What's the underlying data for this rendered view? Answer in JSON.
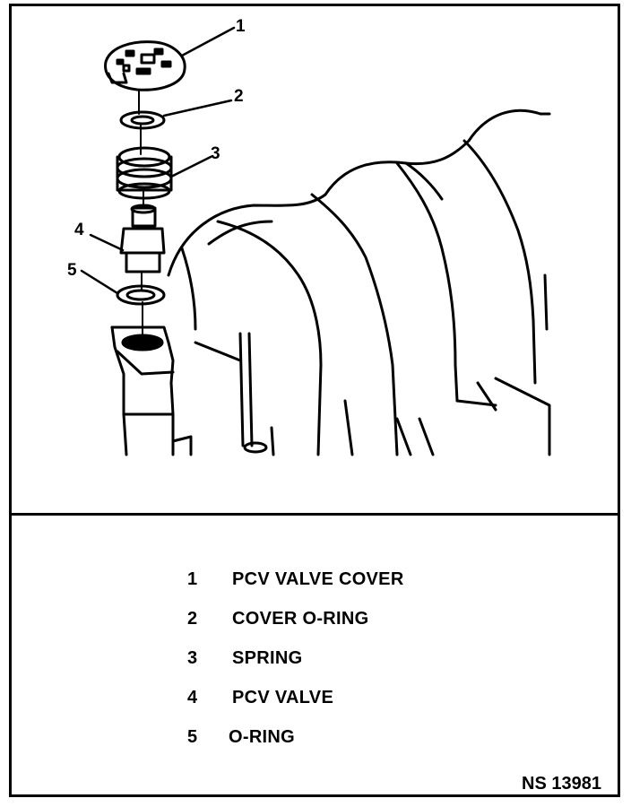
{
  "callouts": [
    "1",
    "2",
    "3",
    "4",
    "5"
  ],
  "legend": [
    {
      "number": "1",
      "label": "PCV VALVE COVER"
    },
    {
      "number": "2",
      "label": "COVER O-RING"
    },
    {
      "number": "3",
      "label": "SPRING"
    },
    {
      "number": "4",
      "label": "PCV VALVE"
    },
    {
      "number": "5",
      "label": "O-RING"
    }
  ],
  "figure_id": "NS 13981"
}
